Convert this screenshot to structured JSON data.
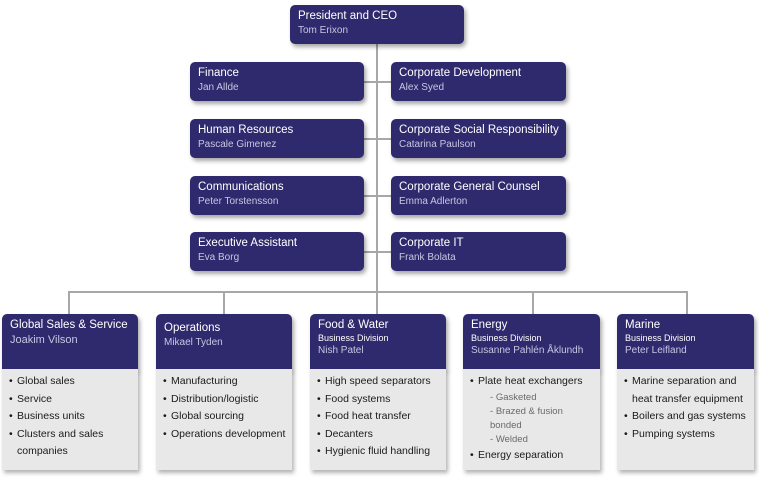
{
  "ceo": {
    "title": "President and CEO",
    "name": "Tom Erixon"
  },
  "left_staff": [
    {
      "title": "Finance",
      "name": "Jan Allde"
    },
    {
      "title": "Human Resources",
      "name": "Pascale Gimenez"
    },
    {
      "title": "Communications",
      "name": "Peter Torstensson"
    },
    {
      "title": "Executive Assistant",
      "name": "Eva Borg"
    }
  ],
  "right_staff": [
    {
      "title": "Corporate Development",
      "name": "Alex Syed"
    },
    {
      "title": "Corporate Social Responsibility",
      "name": "Catarina Paulson"
    },
    {
      "title": "Corporate General Counsel",
      "name": "Emma Adlerton"
    },
    {
      "title": "Corporate IT",
      "name": "Frank Bolata"
    }
  ],
  "divisions": [
    {
      "title": "Global Sales & Service",
      "sub": "",
      "name": "Joakim Vilson",
      "items": [
        "Global sales",
        "Service",
        "Business units",
        "Clusters and sales companies"
      ],
      "subitems": []
    },
    {
      "title": "Operations",
      "sub": "",
      "name": "Mikael Tyden",
      "items": [
        "Manufacturing",
        "Distribution/logistic",
        "Global sourcing",
        "Operations development"
      ],
      "subitems": []
    },
    {
      "title": "Food & Water",
      "sub": "Business Division",
      "name": "Nish Patel",
      "items": [
        "High speed separators",
        "Food systems",
        "Food heat transfer",
        "Decanters",
        "Hygienic fluid handling"
      ],
      "subitems": []
    },
    {
      "title": "Energy",
      "sub": "Business Division",
      "name": "Susanne Pahlén Åklundh",
      "items": [
        "Plate heat exchangers",
        "Energy separation"
      ],
      "subitems": [
        "Gasketed",
        "Brazed & fusion bonded",
        "Welded"
      ]
    },
    {
      "title": "Marine",
      "sub": "Business Division",
      "name": "Peter Leifland",
      "items": [
        "Marine separation and heat transfer equipment",
        "Boilers and gas systems",
        "Pumping systems"
      ],
      "subitems": []
    }
  ]
}
